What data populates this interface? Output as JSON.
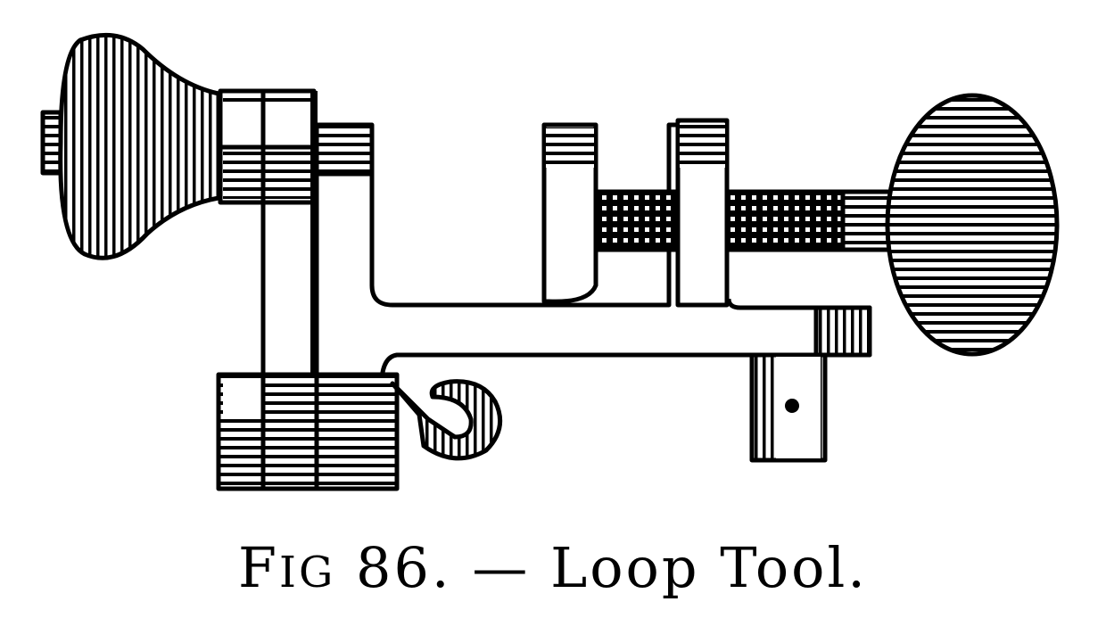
{
  "figure": {
    "subject": "loop-tool-illustration",
    "style": "engraved line drawing, black on white",
    "parts": [
      "handle-knob",
      "collar",
      "upright-post",
      "jaw-left",
      "jaw-right",
      "threaded-screw",
      "thumb-wheel",
      "horizontal-arm",
      "end-block",
      "pin-block",
      "knurled-nut",
      "hook"
    ],
    "ink_color": "#000000",
    "paper_color": "#ffffff"
  },
  "caption": {
    "fig_prefix": "F",
    "fig_prefix_sc": "IG",
    "fig_number": "86.",
    "dash": "—",
    "title": "Loop Tool.",
    "full_text": "FIG. 86. — Loop Tool."
  }
}
